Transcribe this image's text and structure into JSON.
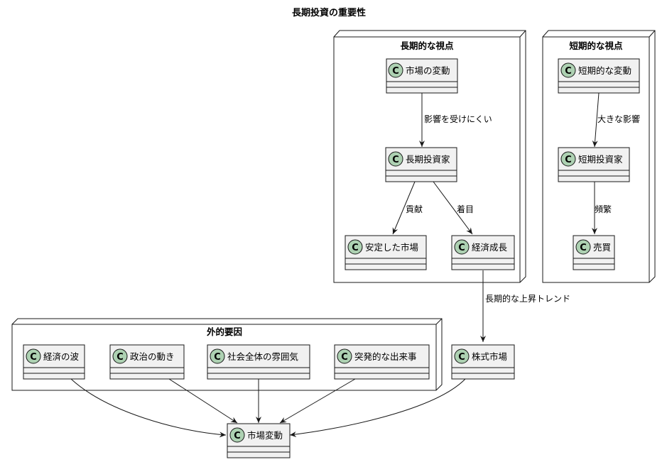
{
  "title": "長期投資の重要性",
  "packages": {
    "long_view": "長期的な視点",
    "short_view": "短期的な視点",
    "external": "外的要因"
  },
  "classes": {
    "market_fluctuation": "市場の変動",
    "long_investor": "長期投資家",
    "stable_market": "安定した市場",
    "economic_growth": "経済成長",
    "short_fluctuation": "短期的な変動",
    "short_investor": "短期投資家",
    "trading": "売買",
    "economic_wave": "経済の波",
    "political_moves": "政治の動き",
    "social_mood": "社会全体の雰囲気",
    "sudden_events": "突発的な出来事",
    "stock_market": "株式市場",
    "market_change": "市場変動"
  },
  "class_stereotype_letter": "C",
  "edges": {
    "hard_to_affect": "影響を受けにくい",
    "contribution": "貢献",
    "focus": "着目",
    "big_impact": "大きな影響",
    "frequent": "頻繁",
    "long_uptrend": "長期的な上昇トレンド"
  },
  "colors": {
    "class_fill": "#f1f1f1",
    "class_border": "#181818",
    "circle_fill": "#add1b2",
    "line": "#181818"
  }
}
